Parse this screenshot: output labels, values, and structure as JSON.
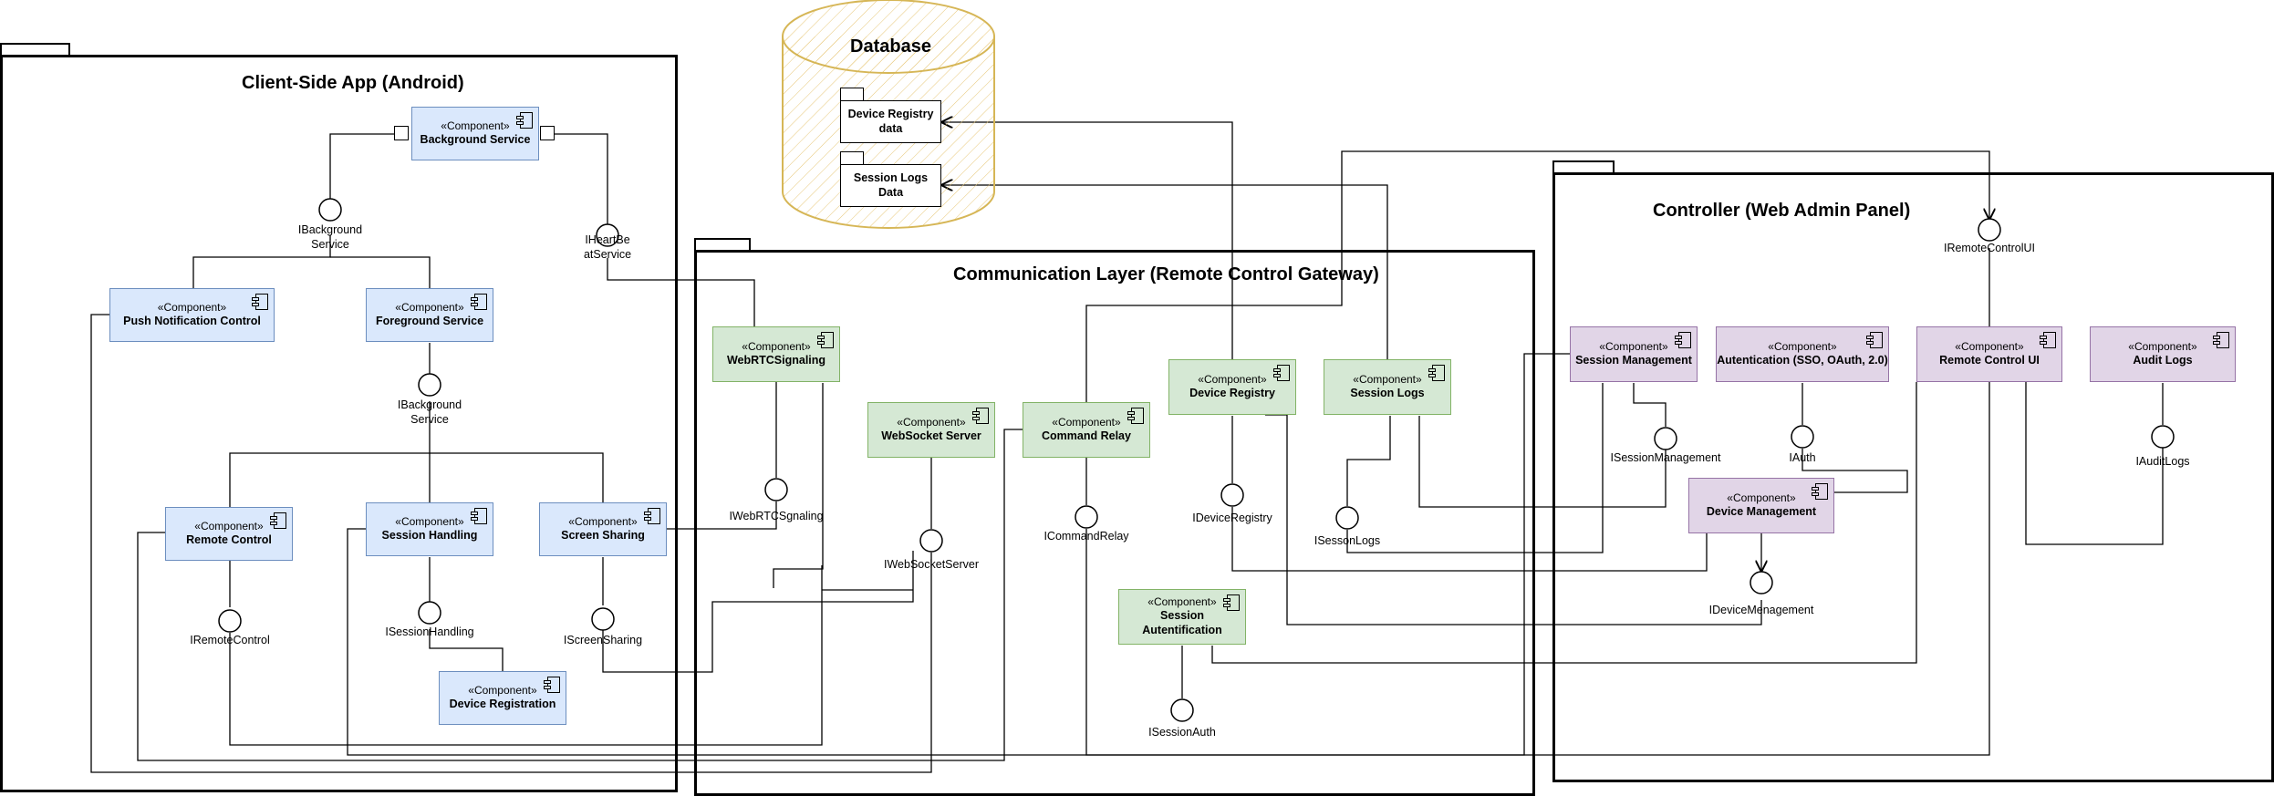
{
  "stereotype": "«Component»",
  "colors": {
    "client_fill": "#dae8fc",
    "client_stroke": "#6c8ebf",
    "gateway_fill": "#d5e8d4",
    "gateway_stroke": "#82b366",
    "admin_fill": "#e1d5e7",
    "admin_stroke": "#9673a6",
    "database_fill": "#fff2cc",
    "database_stroke": "#d6b656"
  },
  "database": {
    "title": "Database",
    "artifacts": [
      "Device Registry data",
      "Session Logs Data"
    ]
  },
  "packages": {
    "client": {
      "title": "Client-Side App (Android)"
    },
    "gateway": {
      "title": "Communication Layer (Remote Control Gateway)"
    },
    "admin": {
      "title": "Controller (Web Admin Panel)"
    }
  },
  "components": {
    "background_service": "Background Service",
    "push_notification_control": "Push Notification Control",
    "foreground_service": "Foreground Service",
    "remote_control": "Remote Control",
    "session_handling": "Session Handling",
    "screen_sharing": "Screen Sharing",
    "device_registration": "Device Registration",
    "webrtc_signaling": "WebRTCSignaling",
    "websocket_server": "WebSocket Server",
    "command_relay": "Command Relay",
    "device_registry": "Device Registry",
    "session_logs": "Session Logs",
    "session_autentification": "Session Autentification",
    "session_management": "Session Management",
    "autentication": "Autentication (SSO, OAuth, 2.0)",
    "remote_control_ui": "Remote Control UI",
    "audit_logs": "Audit Logs",
    "device_management": "Device Management"
  },
  "interfaces": {
    "ibackground_service_1": "IBackground\nService",
    "iheartbeat_service": "IHeartBe\natService",
    "ibackground_service_2": "IBackground\nService",
    "iremote_control": "IRemoteControl",
    "isession_handling": "ISessionHandling",
    "iscreen_sharing": "IScreenSharing",
    "iwebrtc_signaling": "IWebRTCSgnaling",
    "iwebsocket_server": "IWebSocketServer",
    "icommand_relay": "ICommandRelay",
    "idevice_registry": "IDeviceRegistry",
    "isession_logs": "ISessonLogs",
    "isession_auth": "ISessionAuth",
    "iremote_control_ui": "IRemoteControlUI",
    "isession_management": "ISessionManagement",
    "iauth": "IAuth",
    "iaudit_logs": "IAuditLogs",
    "idevice_management": "IDeviceMenagement"
  }
}
